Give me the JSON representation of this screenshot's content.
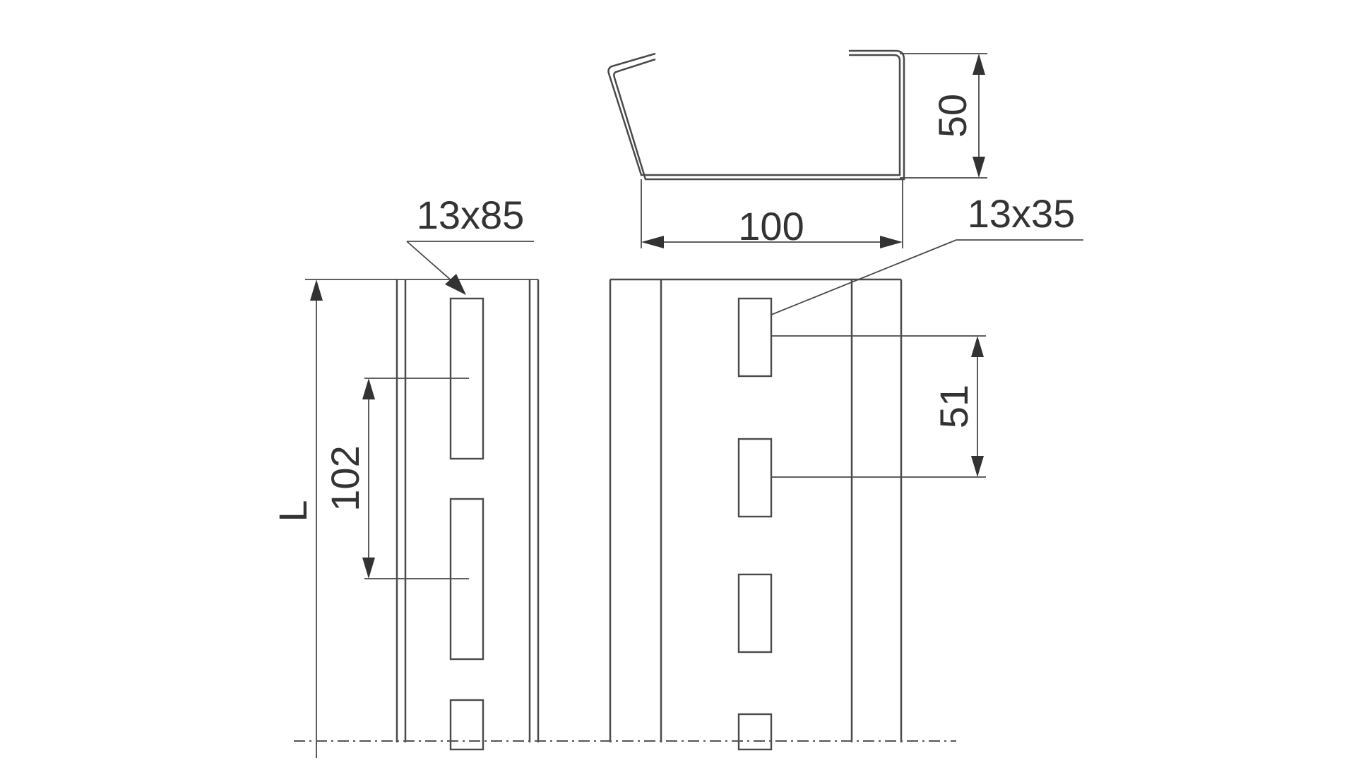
{
  "colors": {
    "line": "#4a4a4a",
    "text": "#333333",
    "background": "#ffffff"
  },
  "dimensions": {
    "profile_height": "50",
    "profile_width": "100",
    "side_slot": "13x85",
    "base_slot": "13x35",
    "side_pitch": "102",
    "base_pitch": "51",
    "length": "L"
  }
}
